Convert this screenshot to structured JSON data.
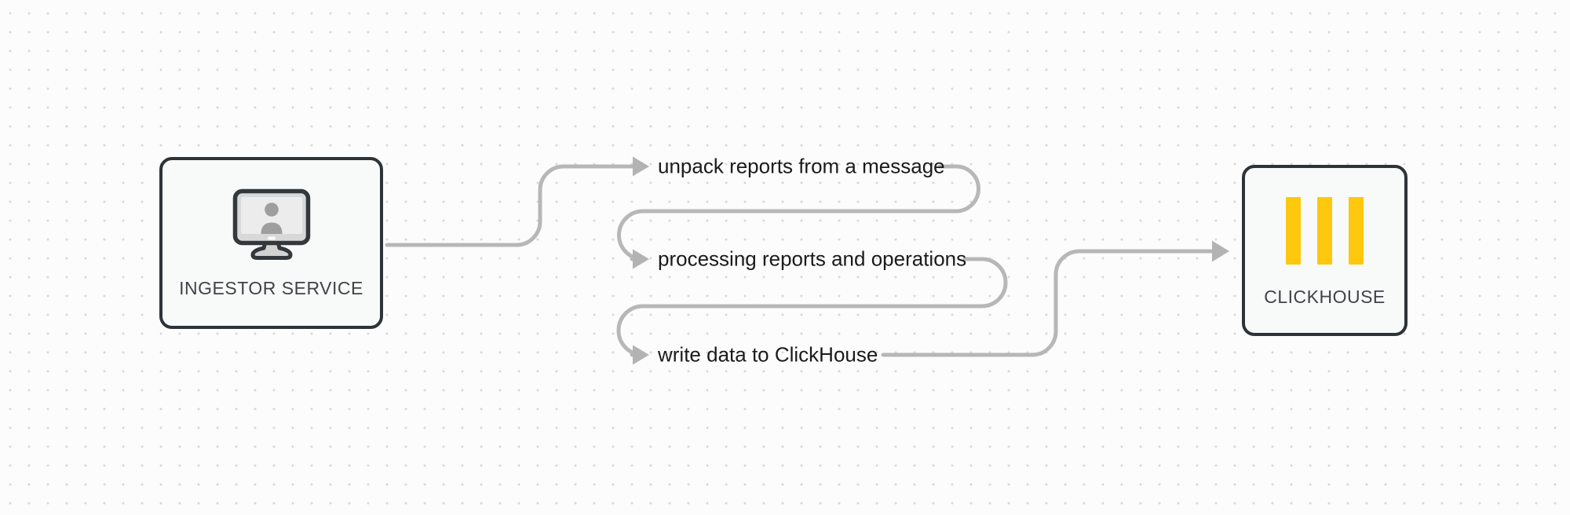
{
  "diagram": {
    "type": "flow-diagram",
    "background_dots": true,
    "nodes": {
      "ingestor": {
        "label": "INGESTOR SERVICE",
        "icon": "user-monitor-icon"
      },
      "clickhouse": {
        "label": "CLICKHOUSE",
        "icon": "clickhouse-bars-icon"
      }
    },
    "steps": [
      {
        "label": "unpack reports from a message"
      },
      {
        "label": "processing reports and operations"
      },
      {
        "label": "write data to ClickHouse"
      }
    ],
    "flow": [
      "INGESTOR SERVICE -> unpack reports from a message",
      "unpack reports from a message -> processing reports and operations",
      "processing reports and operations -> write data to ClickHouse",
      "write data to ClickHouse -> CLICKHOUSE"
    ],
    "colors": {
      "background": "#fbfcfb",
      "grid_dot": "#d9d9d9",
      "node_border": "#2e3338",
      "node_fill": "#f8faf9",
      "node_label_text": "#3f4449",
      "step_label_text": "#1b1b1d",
      "connector": "#b7b7b7",
      "accent_yellow": "#fdc80d",
      "icon_gray": "#9e9e9e"
    }
  }
}
